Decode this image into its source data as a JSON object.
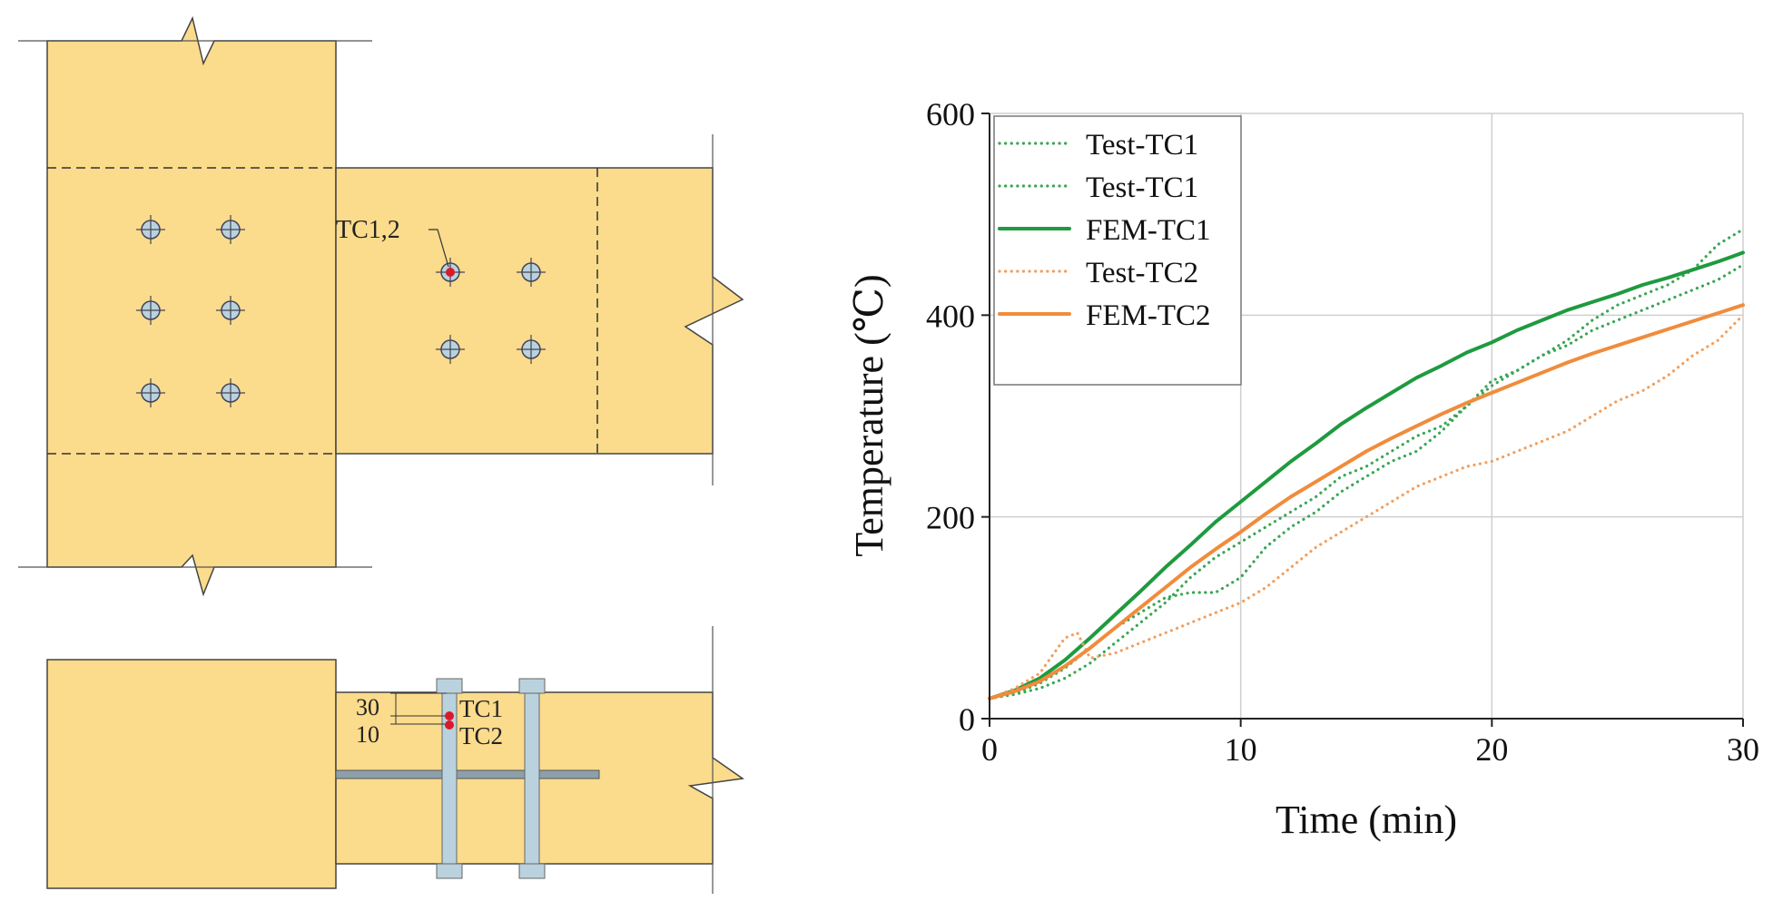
{
  "drawing": {
    "plan_label": "TC1,2",
    "section_dim_top": "30",
    "section_dim_bottom": "10",
    "section_tc1": "TC1",
    "section_tc2": "TC2",
    "colors": {
      "timber": "#fbdb8c",
      "bolt": "#b9d2de",
      "thermocouple": "#d81a2c"
    }
  },
  "chart_data": {
    "type": "line",
    "title": "",
    "xlabel": "Time (min)",
    "ylabel": "Temperature (℃)",
    "xlim": [
      0,
      30
    ],
    "ylim": [
      0,
      600
    ],
    "xticks": [
      0,
      10,
      20,
      30
    ],
    "yticks": [
      0,
      200,
      400,
      600
    ],
    "grid": true,
    "legend_position": "top-left",
    "series": [
      {
        "name": "Test-TC1",
        "style": "dotted",
        "color": "#3aa655",
        "x": [
          0,
          1,
          2,
          3,
          4,
          5,
          6,
          7,
          8,
          9,
          10,
          11,
          12,
          13,
          14,
          15,
          16,
          17,
          18,
          19,
          20,
          21,
          22,
          23,
          24,
          25,
          26,
          27,
          28,
          29,
          30
        ],
        "y": [
          20,
          25,
          35,
          50,
          70,
          90,
          105,
          120,
          125,
          125,
          140,
          170,
          190,
          205,
          225,
          240,
          255,
          265,
          285,
          310,
          335,
          345,
          360,
          375,
          395,
          410,
          420,
          430,
          445,
          470,
          485
        ]
      },
      {
        "name": "Test-TC1",
        "style": "dotted",
        "color": "#3aa655",
        "x": [
          0,
          1,
          2,
          3,
          4,
          5,
          6,
          7,
          8,
          9,
          10,
          11,
          12,
          13,
          14,
          15,
          16,
          17,
          18,
          19,
          20,
          21,
          22,
          23,
          24,
          25,
          26,
          27,
          28,
          29,
          30
        ],
        "y": [
          20,
          24,
          30,
          40,
          55,
          75,
          95,
          115,
          140,
          160,
          175,
          190,
          205,
          220,
          240,
          250,
          265,
          280,
          290,
          310,
          330,
          345,
          360,
          370,
          385,
          395,
          405,
          415,
          425,
          435,
          450
        ]
      },
      {
        "name": "FEM-TC1",
        "style": "solid",
        "color": "#1f9a3f",
        "x": [
          0,
          1,
          2,
          3,
          4,
          5,
          6,
          7,
          8,
          9,
          10,
          11,
          12,
          13,
          14,
          15,
          16,
          17,
          18,
          19,
          20,
          21,
          22,
          23,
          24,
          25,
          26,
          27,
          28,
          29,
          30
        ],
        "y": [
          20,
          28,
          40,
          58,
          80,
          103,
          126,
          150,
          172,
          195,
          215,
          235,
          255,
          273,
          292,
          308,
          323,
          338,
          350,
          363,
          373,
          385,
          395,
          405,
          413,
          421,
          430,
          437,
          445,
          453,
          462
        ]
      },
      {
        "name": "Test-TC2",
        "style": "dotted",
        "color": "#f0a060",
        "x": [
          0,
          1,
          2,
          3,
          3.5,
          4,
          5,
          6,
          7,
          8,
          9,
          10,
          11,
          12,
          13,
          14,
          15,
          16,
          17,
          18,
          19,
          20,
          21,
          22,
          23,
          24,
          25,
          26,
          27,
          28,
          29,
          30
        ],
        "y": [
          20,
          30,
          45,
          80,
          85,
          60,
          65,
          75,
          85,
          95,
          105,
          115,
          130,
          150,
          170,
          185,
          200,
          215,
          230,
          240,
          250,
          255,
          265,
          275,
          285,
          300,
          315,
          325,
          340,
          360,
          375,
          400
        ]
      },
      {
        "name": "FEM-TC2",
        "style": "solid",
        "color": "#f08c3c",
        "x": [
          0,
          1,
          2,
          3,
          4,
          5,
          6,
          7,
          8,
          9,
          10,
          11,
          12,
          13,
          14,
          15,
          16,
          17,
          18,
          19,
          20,
          21,
          22,
          23,
          24,
          25,
          26,
          27,
          28,
          29,
          30
        ],
        "y": [
          20,
          27,
          37,
          52,
          70,
          90,
          110,
          130,
          150,
          168,
          185,
          203,
          220,
          235,
          250,
          265,
          278,
          290,
          302,
          313,
          323,
          333,
          343,
          353,
          362,
          370,
          378,
          386,
          394,
          402,
          410
        ]
      }
    ]
  }
}
